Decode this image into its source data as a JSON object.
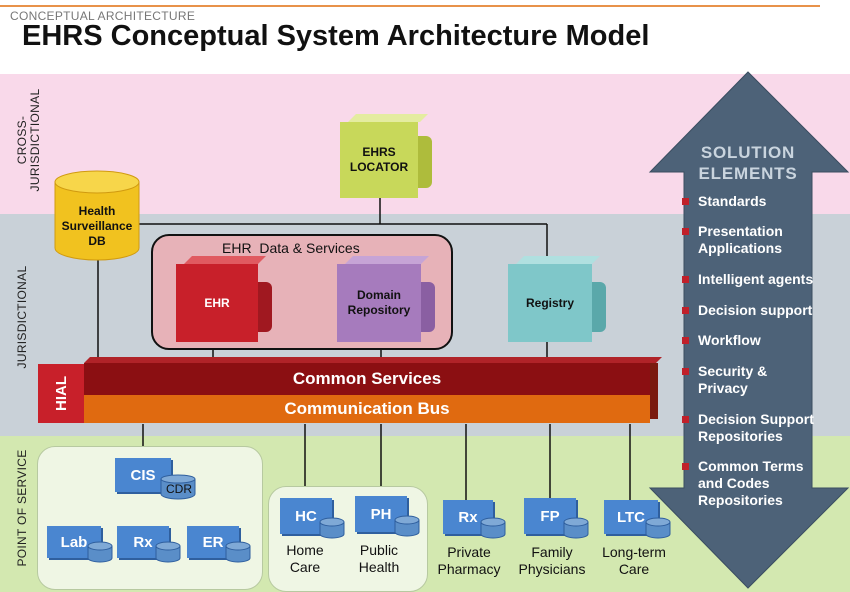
{
  "header": {
    "caption": "CONCEPTUAL ARCHITECTURE",
    "title": "EHRS Conceptual System Architecture Model"
  },
  "zones": {
    "cross_jurisdictional": [
      "CROSS-",
      "JURISDICTIONAL"
    ],
    "jurisdictional": "JURISDICTIONAL",
    "point_of_service": "POINT OF SERVICE"
  },
  "components": {
    "ehrs_locator": [
      "EHRS",
      "LOCATOR"
    ],
    "health_surveillance": [
      "Health",
      "Surveillance",
      "DB"
    ],
    "ehr_data_services": "EHR  Data & Services",
    "ehr": "EHR",
    "domain_repository": [
      "Domain",
      "Repository"
    ],
    "registry": "Registry"
  },
  "hial": {
    "label": "HIAL",
    "common_services": "Common Services",
    "communication_bus": "Communication Bus"
  },
  "point_of_service": {
    "cis": "CIS",
    "cdr": "CDR",
    "lab": "Lab",
    "rx": "Rx",
    "er": "ER",
    "hc": "HC",
    "hc_label": [
      "Home",
      "Care"
    ],
    "ph": "PH",
    "ph_label": [
      "Public",
      "Health"
    ],
    "pharmacy": "Rx",
    "pharmacy_label": [
      "Private",
      "Pharmacy"
    ],
    "fp": "FP",
    "fp_label": [
      "Family",
      "Physicians"
    ],
    "ltc": "LTC",
    "ltc_label": [
      "Long-term",
      "Care"
    ]
  },
  "solution": {
    "title": [
      "SOLUTION",
      "ELEMENTS"
    ],
    "items": [
      [
        "Standards"
      ],
      [
        "Presentation",
        "Applications"
      ],
      [
        "Intelligent agents"
      ],
      [
        "Decision support"
      ],
      [
        "Workflow"
      ],
      [
        "Security &",
        "Privacy"
      ],
      [
        "Decision Support",
        "Repositories"
      ],
      [
        "Common Terms",
        "and Codes",
        "Repositories"
      ]
    ]
  },
  "colors": {
    "locator": "#c8d85a",
    "ehr": "#c8202a",
    "domain": "#a67bbd",
    "registry": "#7fc7c9",
    "common_services": "#8b0f12",
    "communication_bus": "#e06a10",
    "node": "#4a86d0",
    "arrow": "#4d6278"
  }
}
